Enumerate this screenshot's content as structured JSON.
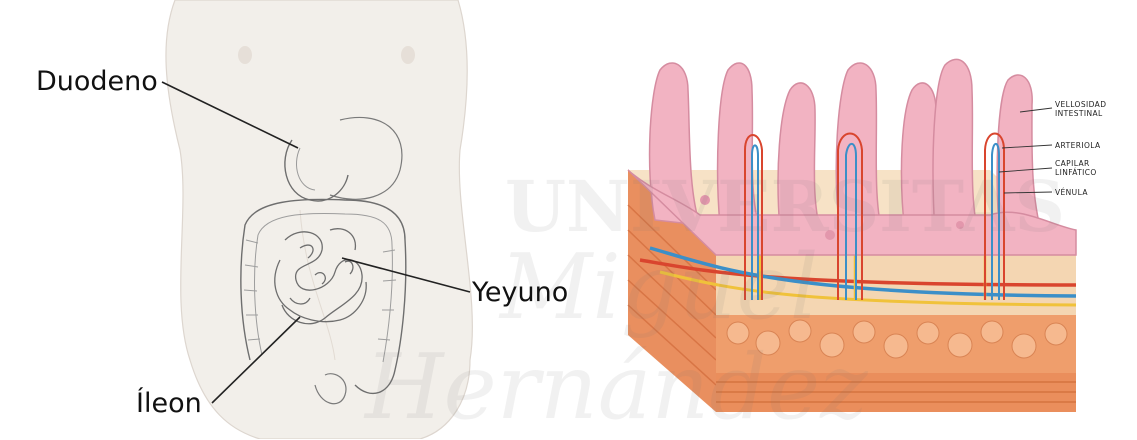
{
  "left_panel": {
    "labels": {
      "duodeno": "Duodeno",
      "yeyuno": "Yeyuno",
      "ileon": "Íleon"
    }
  },
  "right_panel": {
    "labels": {
      "vellosidad": "VELLOSIDAD\nINTESTINAL",
      "arteriola": "ARTERIOLA",
      "capilar": "CAPILAR\nLINFÁTICO",
      "venula": "VÉNULA"
    }
  },
  "watermark": {
    "line1": "UNIVERSITAS",
    "line2": "Miguel",
    "line3": "Hernández"
  },
  "colors": {
    "skin": "#f1ede8",
    "villus": "#f2b3c2",
    "tissue": "#f4d8b4",
    "muscle": "#ee9a6a",
    "artery": "#d9452e",
    "vein": "#3b8fc8",
    "lymph": "#f0c23a"
  }
}
